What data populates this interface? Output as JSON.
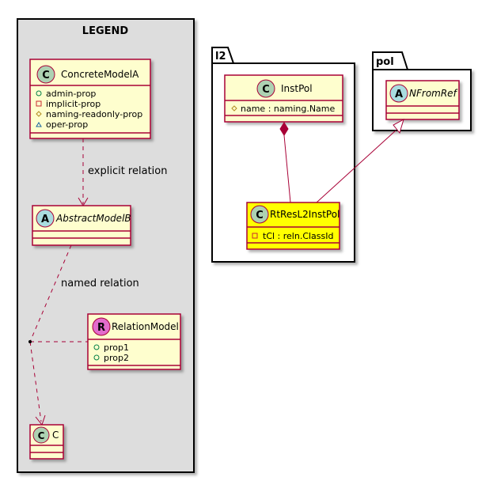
{
  "legend": {
    "title": "LEGEND",
    "concrete_model": {
      "stereotype_letter": "C",
      "name": "ConcreteModelA",
      "attributes": [
        {
          "visibility": "public",
          "text": "admin-prop"
        },
        {
          "visibility": "private",
          "text": "implicit-prop"
        },
        {
          "visibility": "protected",
          "text": "naming-readonly-prop"
        },
        {
          "visibility": "package",
          "text": "oper-prop"
        }
      ]
    },
    "abstract_model": {
      "stereotype_letter": "A",
      "name": "AbstractModelB"
    },
    "relation_model": {
      "stereotype_letter": "R",
      "name": "RelationModel",
      "attributes": [
        {
          "visibility": "public",
          "text": "prop1"
        },
        {
          "visibility": "public",
          "text": "prop2"
        }
      ]
    },
    "class_c": {
      "stereotype_letter": "C",
      "name": "C"
    },
    "explicit_relation_label": "explicit relation",
    "named_relation_label": "named relation"
  },
  "packages": {
    "l2": {
      "name": "l2",
      "inst_pol": {
        "stereotype_letter": "C",
        "name": "InstPol",
        "attribute": {
          "visibility": "protected",
          "text": "name : naming.Name"
        }
      },
      "rt_res": {
        "stereotype_letter": "C",
        "name": "RtResL2InstPol",
        "attribute": {
          "visibility": "private",
          "text": "tCl : reln.ClassId"
        }
      }
    },
    "pol": {
      "name": "pol",
      "n_from_ref": {
        "stereotype_letter": "A",
        "name": "NFromRef"
      }
    }
  },
  "colors": {
    "class_fill": "#FEFECE",
    "class_border": "#A80036",
    "highlight_fill": "#FFFF00",
    "legend_fill": "#DDDDDD",
    "circle_c": "#ADD1B2",
    "circle_a": "#A9DCDF",
    "circle_r": "#E26CCC"
  }
}
